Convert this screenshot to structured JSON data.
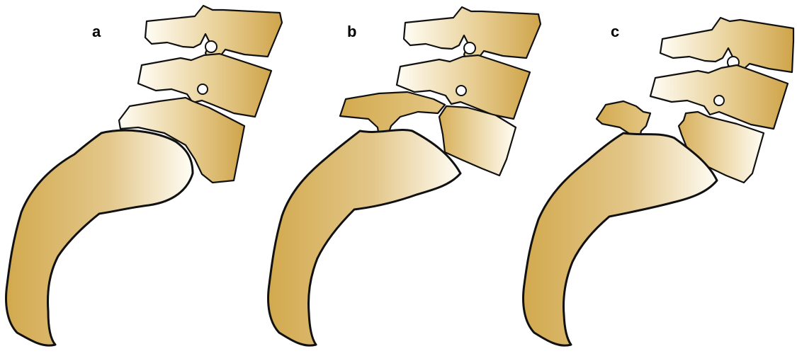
{
  "panels": [
    {
      "label": "a"
    },
    {
      "label": "b"
    },
    {
      "label": "c"
    }
  ],
  "colors": {
    "bone_dark": "#d2a94e",
    "bone_light": "#fffdf5",
    "outline": "#111111",
    "background": "#ffffff"
  }
}
